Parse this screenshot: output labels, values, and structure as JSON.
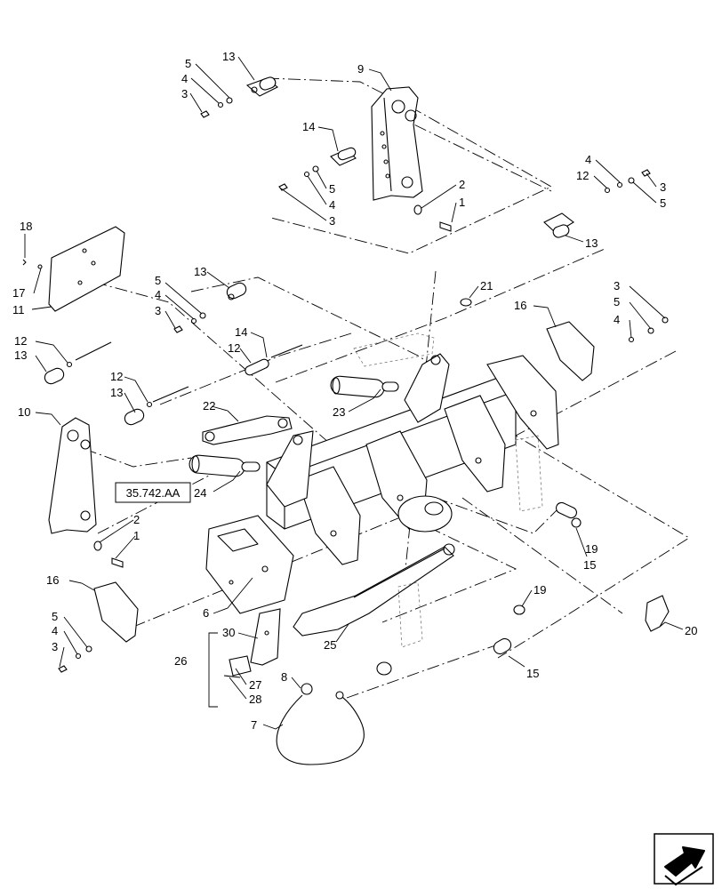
{
  "reference_label": "35.742.AA",
  "callouts": [
    {
      "id": "c1",
      "text": "5"
    },
    {
      "id": "c2",
      "text": "4"
    },
    {
      "id": "c3",
      "text": "3"
    },
    {
      "id": "c4",
      "text": "13"
    },
    {
      "id": "c5",
      "text": "9"
    },
    {
      "id": "c6",
      "text": "14"
    },
    {
      "id": "c7",
      "text": "5"
    },
    {
      "id": "c8",
      "text": "4"
    },
    {
      "id": "c9",
      "text": "3"
    },
    {
      "id": "c10",
      "text": "2"
    },
    {
      "id": "c11",
      "text": "1"
    },
    {
      "id": "c12",
      "text": "4"
    },
    {
      "id": "c13",
      "text": "12"
    },
    {
      "id": "c14",
      "text": "3"
    },
    {
      "id": "c15",
      "text": "5"
    },
    {
      "id": "c16",
      "text": "13"
    },
    {
      "id": "c17",
      "text": "18"
    },
    {
      "id": "c18",
      "text": "17"
    },
    {
      "id": "c19",
      "text": "11"
    },
    {
      "id": "c20",
      "text": "5"
    },
    {
      "id": "c21",
      "text": "4"
    },
    {
      "id": "c22",
      "text": "3"
    },
    {
      "id": "c23",
      "text": "13"
    },
    {
      "id": "c24",
      "text": "21"
    },
    {
      "id": "c25",
      "text": "16"
    },
    {
      "id": "c26",
      "text": "3"
    },
    {
      "id": "c27",
      "text": "5"
    },
    {
      "id": "c28",
      "text": "4"
    },
    {
      "id": "c29",
      "text": "12"
    },
    {
      "id": "c30",
      "text": "13"
    },
    {
      "id": "c31",
      "text": "12"
    },
    {
      "id": "c32",
      "text": "14"
    },
    {
      "id": "c33",
      "text": "12"
    },
    {
      "id": "c34",
      "text": "13"
    },
    {
      "id": "c35",
      "text": "22"
    },
    {
      "id": "c36",
      "text": "23"
    },
    {
      "id": "c37",
      "text": "10"
    },
    {
      "id": "c38",
      "text": "24"
    },
    {
      "id": "c39",
      "text": "2"
    },
    {
      "id": "c40",
      "text": "1"
    },
    {
      "id": "c41",
      "text": "19"
    },
    {
      "id": "c42",
      "text": "15"
    },
    {
      "id": "c43",
      "text": "16"
    },
    {
      "id": "c44",
      "text": "6"
    },
    {
      "id": "c45",
      "text": "5"
    },
    {
      "id": "c46",
      "text": "4"
    },
    {
      "id": "c47",
      "text": "3"
    },
    {
      "id": "c48",
      "text": "30"
    },
    {
      "id": "c49",
      "text": "26"
    },
    {
      "id": "c50",
      "text": "27"
    },
    {
      "id": "c51",
      "text": "28"
    },
    {
      "id": "c52",
      "text": "8"
    },
    {
      "id": "c53",
      "text": "7"
    },
    {
      "id": "c54",
      "text": "25"
    },
    {
      "id": "c55",
      "text": "19"
    },
    {
      "id": "c56",
      "text": "15"
    },
    {
      "id": "c57",
      "text": "20"
    }
  ]
}
